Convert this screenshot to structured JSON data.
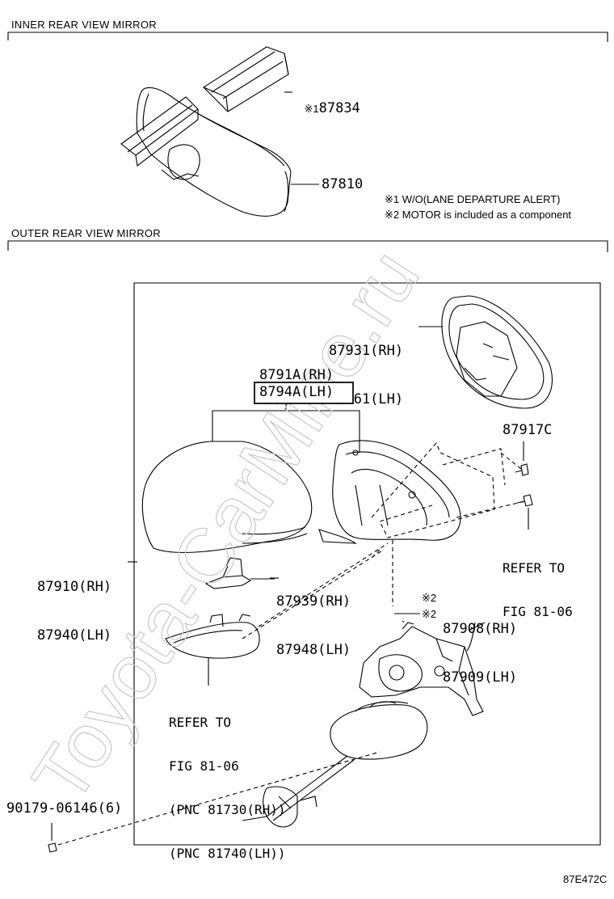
{
  "sections": {
    "inner_title": "INNER REAR VIEW MIRROR",
    "outer_title": "OUTER REAR VIEW MIRROR"
  },
  "notes": [
    "※1 W/O(LANE DEPARTURE ALERT)",
    "※2 MOTOR is included as a component"
  ],
  "inner_parts": [
    {
      "mark": "※1",
      "number": "87834"
    },
    {
      "mark": "",
      "number": "87810"
    }
  ],
  "outer_parts": {
    "glass": [
      "87931(RH)",
      "87961(LH)"
    ],
    "cover": [
      "8791A(RH)",
      "8794A(LH)"
    ],
    "screw": "87917C",
    "refer_top": [
      "REFER TO",
      "FIG 81-06"
    ],
    "assembly": [
      "87910(RH)",
      "87940(LH)"
    ],
    "bracket": [
      "87939(RH)",
      "87948(LH)"
    ],
    "motor_mark": "※2",
    "motor": [
      "87908(RH)",
      "87909(LH)"
    ],
    "refer_lamp": [
      "REFER TO",
      "FIG 81-06",
      "(PNC 81730(RH))",
      "(PNC 81740(LH))"
    ],
    "clip": "90179-06146(6)"
  },
  "figure_code": "87E472C",
  "watermark": "Toyota-CarMine.ru"
}
